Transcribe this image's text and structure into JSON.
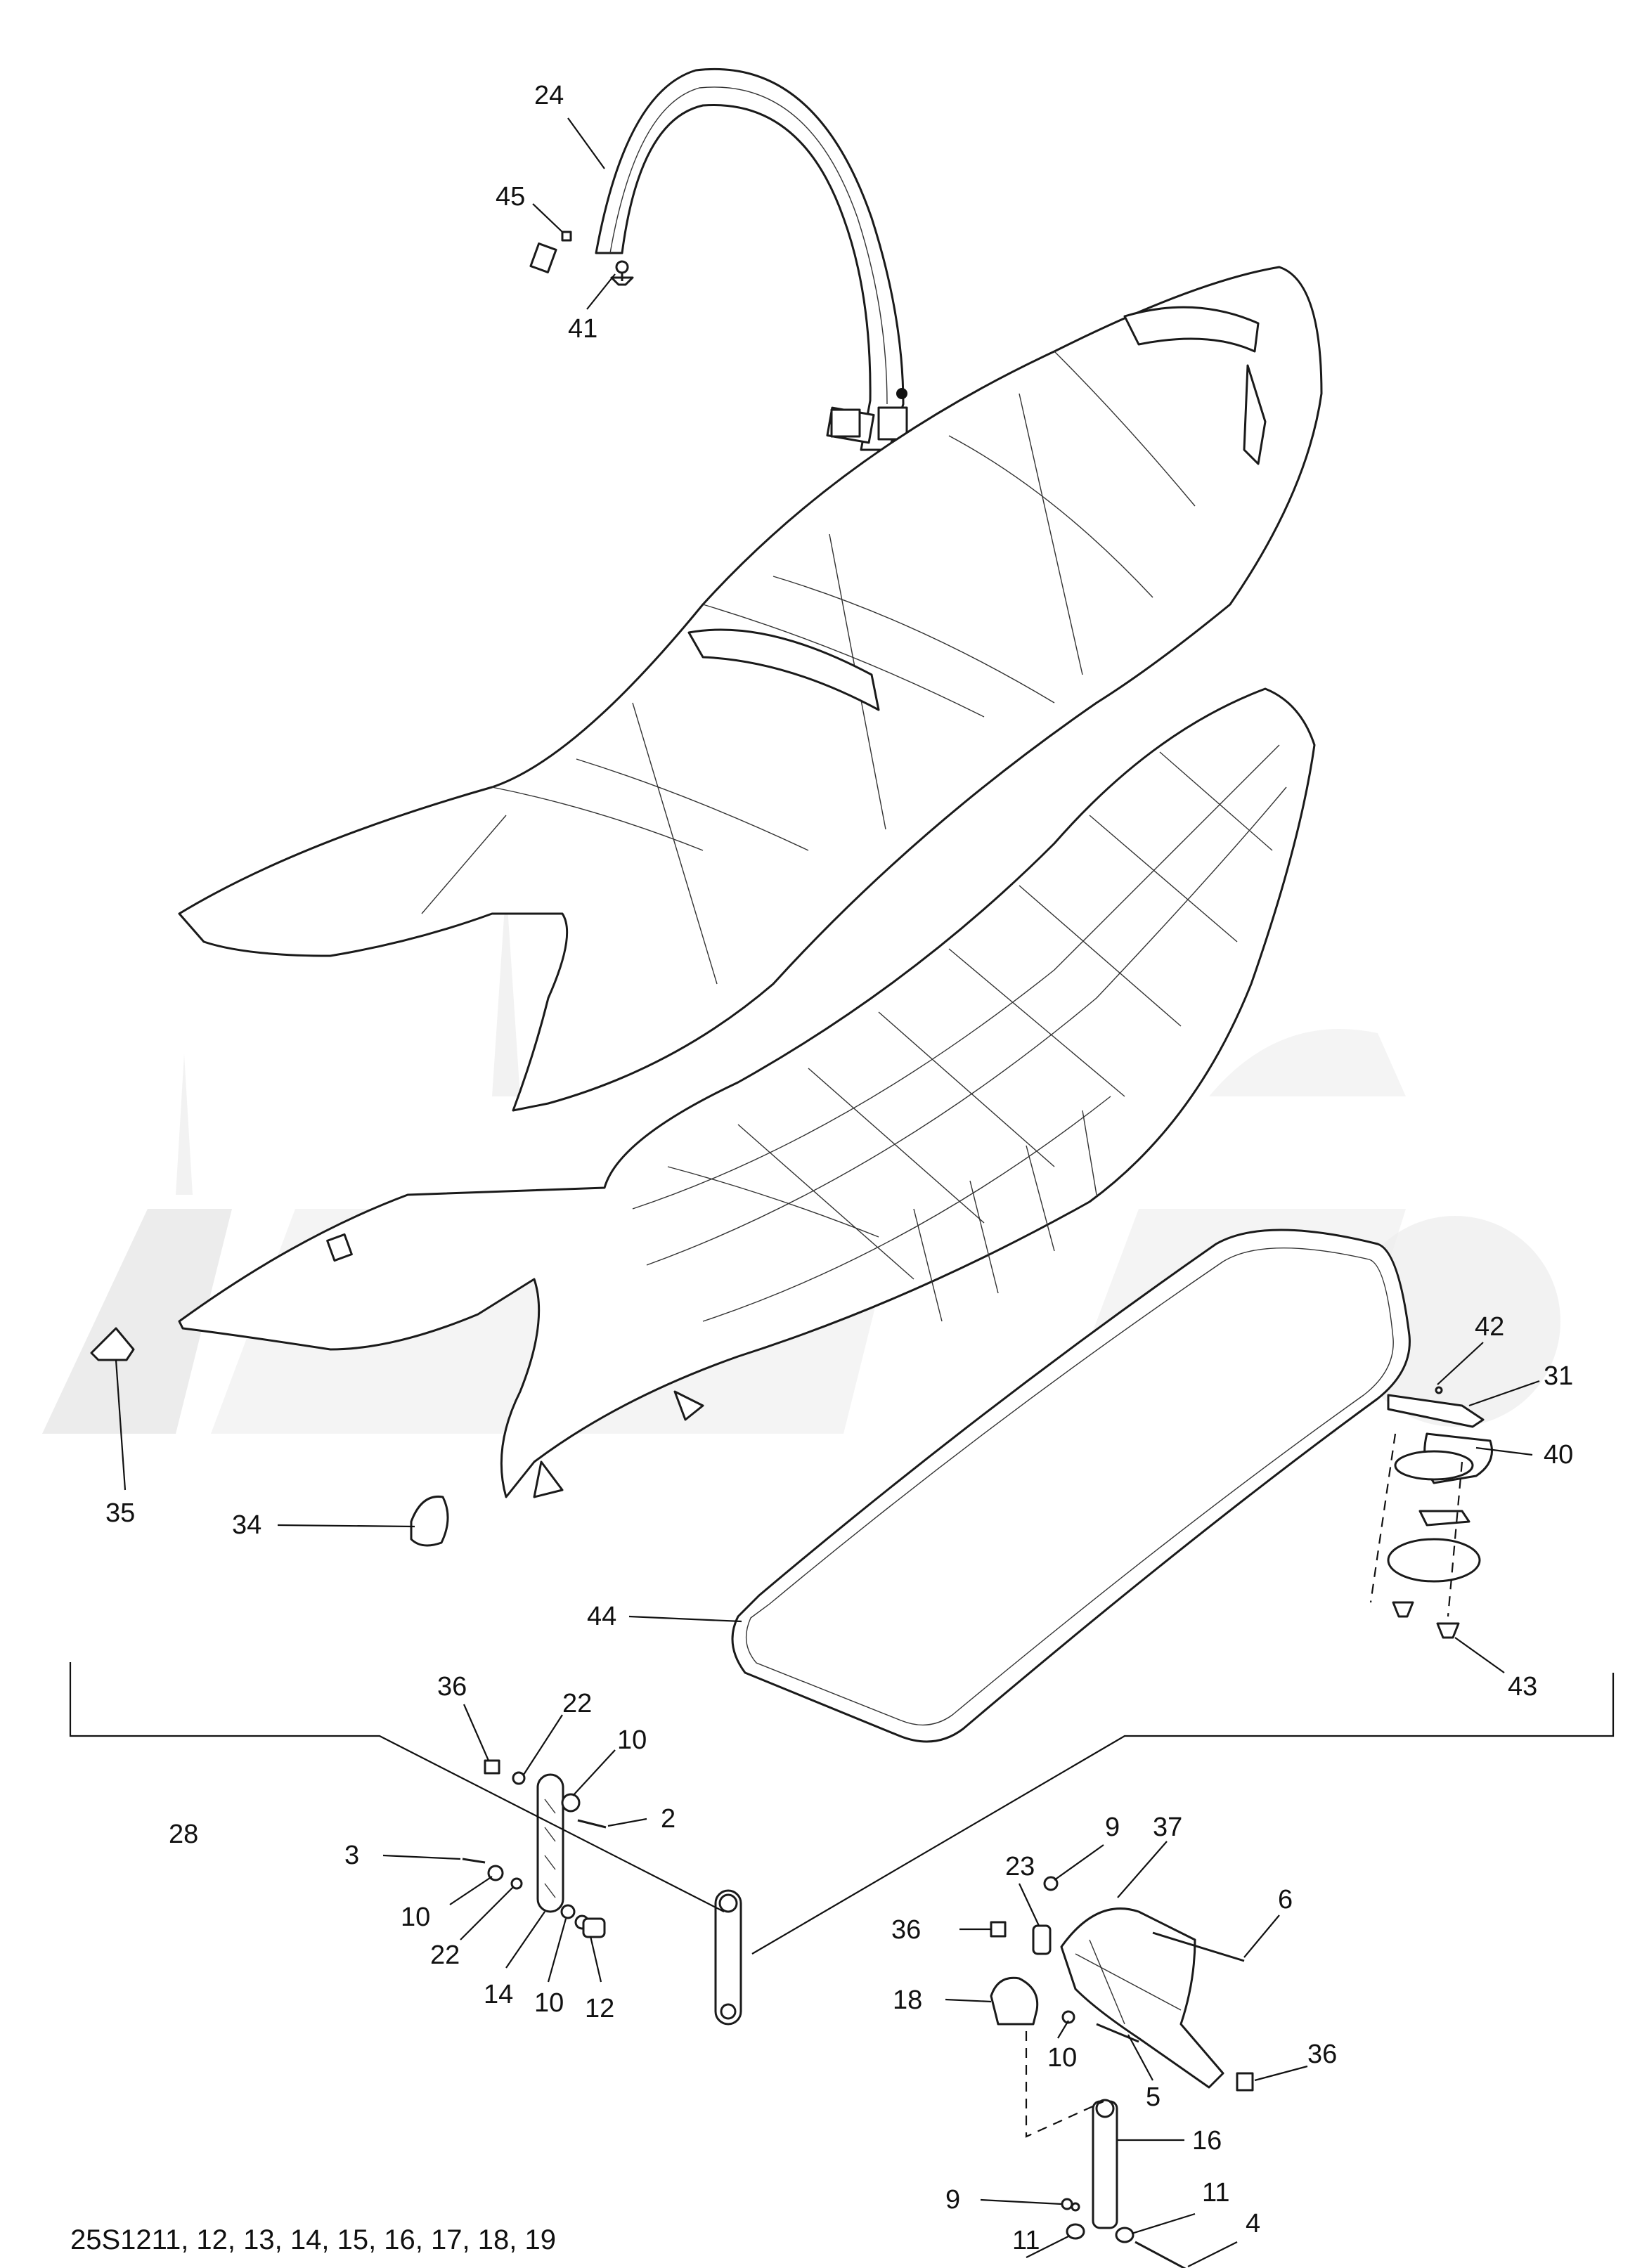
{
  "figure_code": "25S1211, 12, 13, 14, 15, 16, 17, 18, 19",
  "callouts": [
    {
      "id": "24",
      "label": "24"
    },
    {
      "id": "45",
      "label": "45"
    },
    {
      "id": "41",
      "label": "41"
    },
    {
      "id": "42",
      "label": "42"
    },
    {
      "id": "31",
      "label": "31"
    },
    {
      "id": "40",
      "label": "40"
    },
    {
      "id": "35",
      "label": "35"
    },
    {
      "id": "34",
      "label": "34"
    },
    {
      "id": "44",
      "label": "44"
    },
    {
      "id": "43",
      "label": "43"
    },
    {
      "id": "36a",
      "label": "36"
    },
    {
      "id": "22a",
      "label": "22"
    },
    {
      "id": "10a",
      "label": "10"
    },
    {
      "id": "2",
      "label": "2"
    },
    {
      "id": "28",
      "label": "28"
    },
    {
      "id": "3",
      "label": "3"
    },
    {
      "id": "10b",
      "label": "10"
    },
    {
      "id": "22b",
      "label": "22"
    },
    {
      "id": "14",
      "label": "14"
    },
    {
      "id": "10c",
      "label": "10"
    },
    {
      "id": "12",
      "label": "12"
    },
    {
      "id": "9a",
      "label": "9"
    },
    {
      "id": "37",
      "label": "37"
    },
    {
      "id": "23",
      "label": "23"
    },
    {
      "id": "6",
      "label": "6"
    },
    {
      "id": "36b",
      "label": "36"
    },
    {
      "id": "18",
      "label": "18"
    },
    {
      "id": "10d",
      "label": "10"
    },
    {
      "id": "5",
      "label": "5"
    },
    {
      "id": "36c",
      "label": "36"
    },
    {
      "id": "16",
      "label": "16"
    },
    {
      "id": "9b",
      "label": "9"
    },
    {
      "id": "11a",
      "label": "11"
    },
    {
      "id": "4",
      "label": "4"
    },
    {
      "id": "11b",
      "label": "11"
    }
  ]
}
